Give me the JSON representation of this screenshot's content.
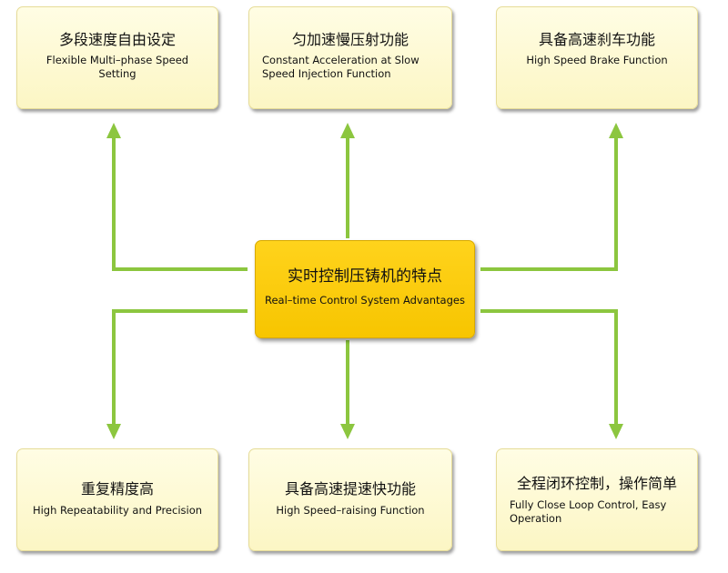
{
  "colors": {
    "connector": "#8cc63f",
    "node_fill": "#fcf6c4",
    "center_fill": "#fccc08"
  },
  "center": {
    "zh": "实时控制压铸机的特点",
    "en": "Real–time Control System Advantages"
  },
  "top_nodes": [
    {
      "zh": "多段速度自由设定",
      "en": "Flexible Multi–phase Speed Setting"
    },
    {
      "zh": "匀加速慢压射功能",
      "en": "Constant Acceleration at Slow\nSpeed Injection Function"
    },
    {
      "zh": "具备高速刹车功能",
      "en": "High Speed Brake Function"
    }
  ],
  "bottom_nodes": [
    {
      "zh": "重复精度高",
      "en": "High Repeatability and Precision"
    },
    {
      "zh": "具备高速提速快功能",
      "en": "High Speed–raising Function"
    },
    {
      "zh": "全程闭环控制，操作简单",
      "en": "Fully Close Loop Control, Easy\nOperation"
    }
  ]
}
